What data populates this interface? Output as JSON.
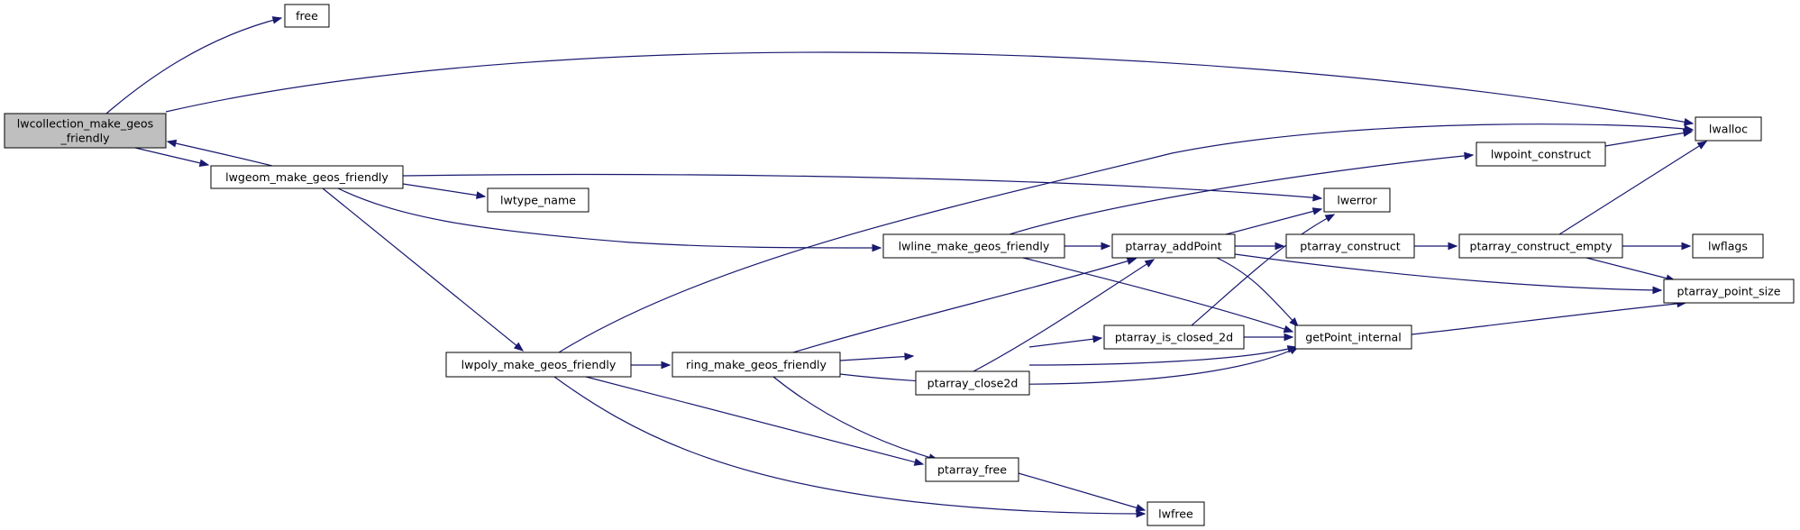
{
  "graph": {
    "nodes": [
      {
        "id": "lwcollection_make_geos_friendly",
        "lines": [
          "lwcollection_make_geos",
          "_friendly"
        ],
        "root": true
      },
      {
        "id": "free",
        "lines": [
          "free"
        ]
      },
      {
        "id": "lwalloc",
        "lines": [
          "lwalloc"
        ]
      },
      {
        "id": "lwgeom_make_geos_friendly",
        "lines": [
          "lwgeom_make_geos_friendly"
        ]
      },
      {
        "id": "lwtype_name",
        "lines": [
          "lwtype_name"
        ]
      },
      {
        "id": "lwerror",
        "lines": [
          "lwerror"
        ]
      },
      {
        "id": "lwline_make_geos_friendly",
        "lines": [
          "lwline_make_geos_friendly"
        ]
      },
      {
        "id": "lwpoly_make_geos_friendly",
        "lines": [
          "lwpoly_make_geos_friendly"
        ]
      },
      {
        "id": "lwpoint_construct",
        "lines": [
          "lwpoint_construct"
        ]
      },
      {
        "id": "ptarray_addPoint",
        "lines": [
          "ptarray_addPoint"
        ]
      },
      {
        "id": "ptarray_construct",
        "lines": [
          "ptarray_construct"
        ]
      },
      {
        "id": "ptarray_construct_empty",
        "lines": [
          "ptarray_construct_empty"
        ]
      },
      {
        "id": "lwflags",
        "lines": [
          "lwflags"
        ]
      },
      {
        "id": "ptarray_point_size",
        "lines": [
          "ptarray_point_size"
        ]
      },
      {
        "id": "getPoint_internal",
        "lines": [
          "getPoint_internal"
        ]
      },
      {
        "id": "ptarray_is_closed_2d",
        "lines": [
          "ptarray_is_closed_2d"
        ]
      },
      {
        "id": "ptarray_close2d",
        "lines": [
          "ptarray_close2d"
        ]
      },
      {
        "id": "ring_make_geos_friendly",
        "lines": [
          "ring_make_geos_friendly"
        ]
      },
      {
        "id": "ptarray_free",
        "lines": [
          "ptarray_free"
        ]
      },
      {
        "id": "lwfree",
        "lines": [
          "lwfree"
        ]
      }
    ],
    "edges": [
      {
        "from": "lwcollection_make_geos_friendly",
        "to": "free"
      },
      {
        "from": "lwcollection_make_geos_friendly",
        "to": "lwalloc"
      },
      {
        "from": "lwcollection_make_geos_friendly",
        "to": "lwgeom_make_geos_friendly"
      },
      {
        "from": "lwgeom_make_geos_friendly",
        "to": "lwcollection_make_geos_friendly"
      },
      {
        "from": "lwgeom_make_geos_friendly",
        "to": "lwerror"
      },
      {
        "from": "lwgeom_make_geos_friendly",
        "to": "lwtype_name"
      },
      {
        "from": "lwgeom_make_geos_friendly",
        "to": "lwline_make_geos_friendly"
      },
      {
        "from": "lwgeom_make_geos_friendly",
        "to": "lwpoly_make_geos_friendly"
      },
      {
        "from": "lwline_make_geos_friendly",
        "to": "lwpoint_construct"
      },
      {
        "from": "lwline_make_geos_friendly",
        "to": "ptarray_addPoint"
      },
      {
        "from": "lwline_make_geos_friendly",
        "to": "getPoint_internal"
      },
      {
        "from": "lwpoint_construct",
        "to": "lwalloc"
      },
      {
        "from": "ptarray_addPoint",
        "to": "lwerror"
      },
      {
        "from": "ptarray_addPoint",
        "to": "ptarray_construct"
      },
      {
        "from": "ptarray_addPoint",
        "to": "getPoint_internal"
      },
      {
        "from": "ptarray_addPoint",
        "to": "ptarray_point_size"
      },
      {
        "from": "ptarray_construct",
        "to": "ptarray_construct_empty"
      },
      {
        "from": "ptarray_construct_empty",
        "to": "lwalloc"
      },
      {
        "from": "ptarray_construct_empty",
        "to": "lwflags"
      },
      {
        "from": "ptarray_construct_empty",
        "to": "ptarray_point_size"
      },
      {
        "from": "getPoint_internal",
        "to": "ptarray_point_size"
      },
      {
        "from": "lwpoly_make_geos_friendly",
        "to": "lwalloc"
      },
      {
        "from": "lwpoly_make_geos_friendly",
        "to": "ring_make_geos_friendly"
      },
      {
        "from": "lwpoly_make_geos_friendly",
        "to": "ptarray_free"
      },
      {
        "from": "lwpoly_make_geos_friendly",
        "to": "lwfree"
      },
      {
        "from": "ring_make_geos_friendly",
        "to": "ptarray_addPoint"
      },
      {
        "from": "ring_make_geos_friendly",
        "to": "ptarray_close2d"
      },
      {
        "from": "ring_make_geos_friendly",
        "to": "getPoint_internal"
      },
      {
        "from": "ring_make_geos_friendly",
        "to": "ptarray_free"
      },
      {
        "from": "ptarray_close2d",
        "to": "ptarray_addPoint"
      },
      {
        "from": "ptarray_close2d",
        "to": "ptarray_is_closed_2d"
      },
      {
        "from": "ptarray_close2d",
        "to": "getPoint_internal"
      },
      {
        "from": "ptarray_is_closed_2d",
        "to": "lwerror"
      },
      {
        "from": "ptarray_is_closed_2d",
        "to": "getPoint_internal"
      },
      {
        "from": "ptarray_free",
        "to": "lwfree"
      }
    ]
  },
  "colors": {
    "edge": "#191970",
    "node_border": "#000000",
    "node_fill": "#ffffff",
    "root_fill": "#bfbfbf"
  }
}
